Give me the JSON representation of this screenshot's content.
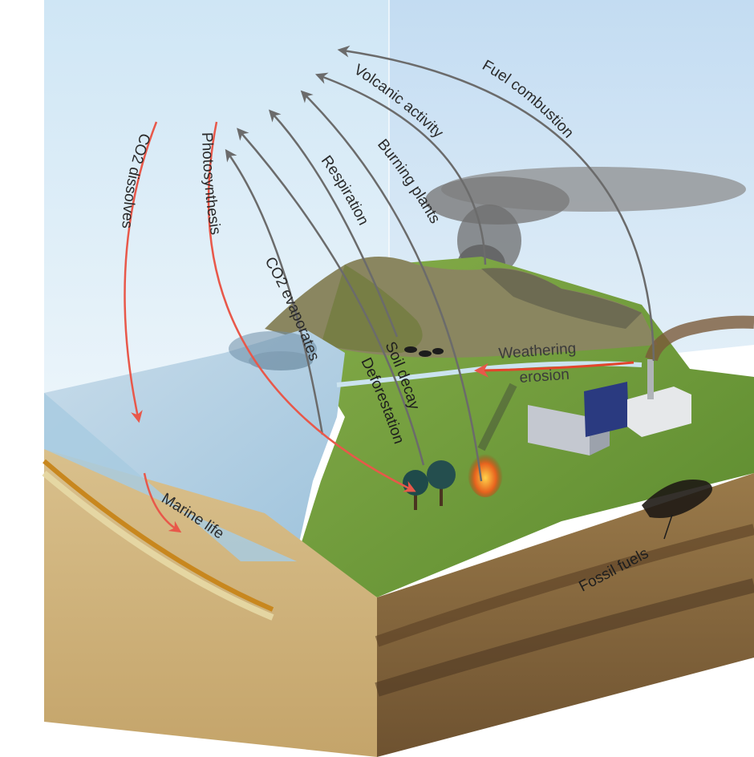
{
  "labels": {
    "co2_dissolves": "CO2 dissolves",
    "photosynthesis": "Photosynthesis",
    "co2_evaporates": "CO2 evaporates",
    "respiration": "Respiration",
    "burning_plants": "Burning plants",
    "volcanic_activity": "Volcanic activity",
    "fuel_combustion": "Fuel combustion",
    "soil_decay": "Soil decay",
    "deforestation": "Deforestation",
    "weathering": "Weathering",
    "erosion": "erosion",
    "marine_life": "Marine life",
    "fossil_fuels": "Fossil fuels"
  },
  "colors": {
    "emission_arrow": "#6b6b6b",
    "uptake_arrow": "#e8584a",
    "weathering_arrow": "#e2452c",
    "sky": "#d9ebf6",
    "water": "#bcd6e8",
    "land": "#6f9b3c",
    "soil": "#c9ad77"
  }
}
